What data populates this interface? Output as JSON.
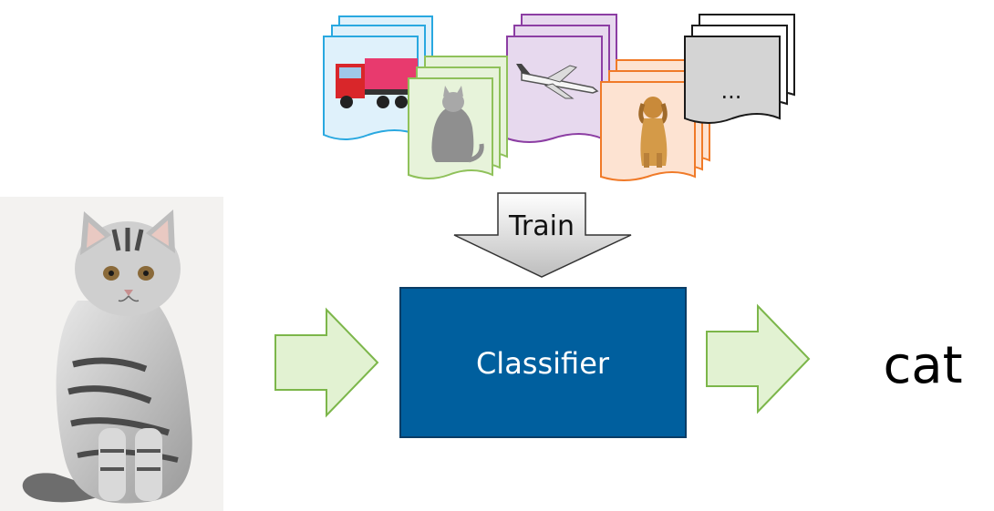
{
  "diagram": {
    "train_label": "Train",
    "classifier_label": "Classifier",
    "output_label": "cat",
    "more_label": "..."
  },
  "datasets": [
    {
      "name": "truck",
      "color": "#29a8e0",
      "fill": "#dff1fb"
    },
    {
      "name": "cat",
      "color": "#8fc15a",
      "fill": "#e7f3da"
    },
    {
      "name": "airplane",
      "color": "#8c3ea3",
      "fill": "#e7d9ee"
    },
    {
      "name": "dog",
      "color": "#f07a28",
      "fill": "#fde3d2"
    },
    {
      "name": "more",
      "color": "#1a1a1a",
      "fill": "#d4d4d4"
    }
  ],
  "colors": {
    "classifier_fill": "#005f9e",
    "classifier_border": "#0a3d66",
    "arrow_fill": "#e2f2d2",
    "arrow_stroke": "#7cb64a",
    "train_arrow_fill": "#e6e6e6",
    "train_arrow_stroke": "#333333"
  }
}
